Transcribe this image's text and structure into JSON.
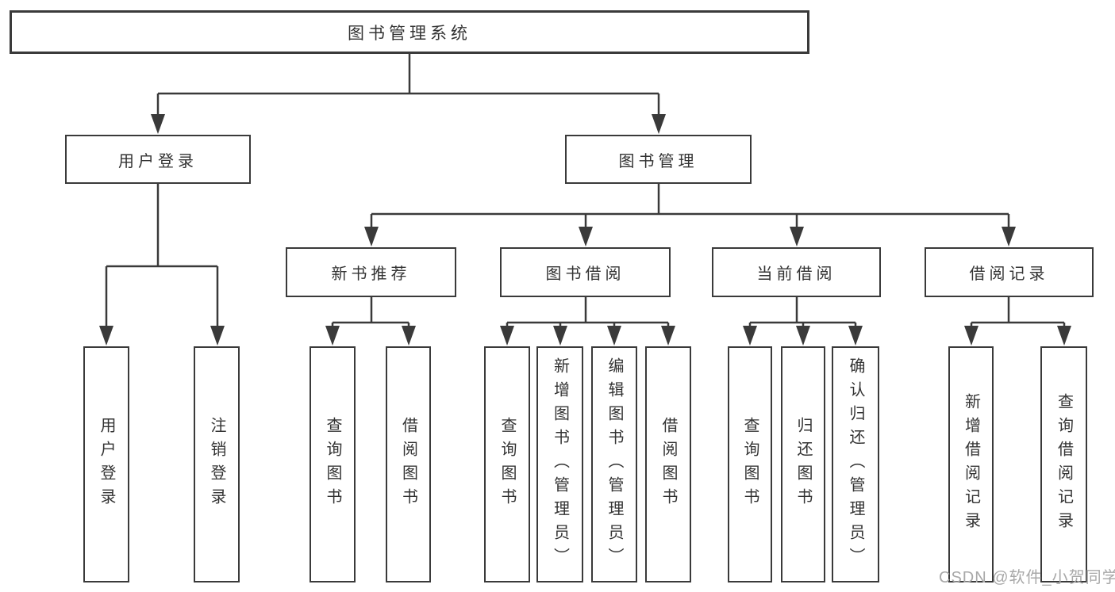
{
  "diagram": {
    "root": {
      "label": "图书管理系统"
    },
    "branches": [
      {
        "label": "用户登录",
        "children": [
          "用户登录",
          "注销登录"
        ]
      },
      {
        "label": "图书管理",
        "sections": [
          {
            "label": "新书推荐",
            "children": [
              "查询图书",
              "借阅图书"
            ]
          },
          {
            "label": "图书借阅",
            "children": [
              "查询图书",
              "新增图书（管理员）",
              "编辑图书（管理员）",
              "借阅图书"
            ]
          },
          {
            "label": "当前借阅",
            "children": [
              "查询图书",
              "归还图书",
              "确认归还（管理员）"
            ]
          },
          {
            "label": "借阅记录",
            "children": [
              "新增借阅记录",
              "查询借阅记录"
            ]
          }
        ]
      }
    ],
    "watermark": "CSDN @软件_小贺同学",
    "colors": {
      "line": "#3a3a3a",
      "box_border": "#3a3a3a",
      "box_fill": "#ffffff",
      "text": "#333333",
      "watermark": "#a8a8a8",
      "background": "#ffffff"
    }
  }
}
